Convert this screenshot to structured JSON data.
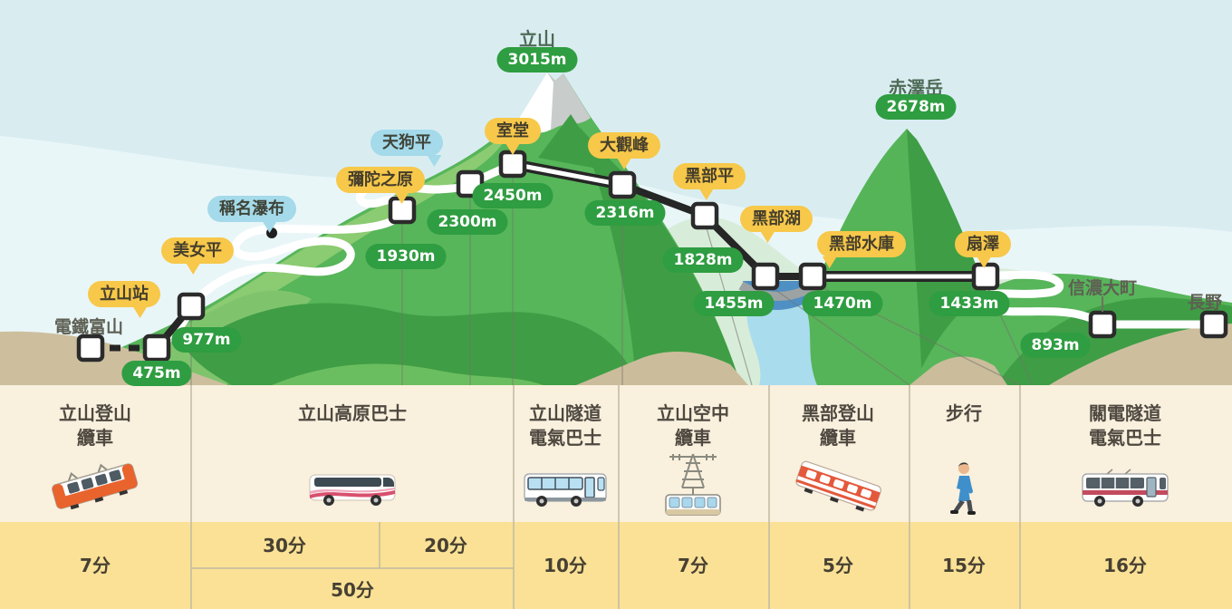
{
  "map": {
    "peak_tateyama": {
      "label": "立山",
      "elevation": "3015m"
    },
    "peak_akazawa": {
      "label": "赤澤岳",
      "elevation": "2678m"
    },
    "left_terminal": {
      "label": "電鐵富山"
    },
    "shinano_omachi": {
      "label": "信濃大町",
      "elevation": "893m"
    },
    "nagano": {
      "label": "長野"
    },
    "stations": [
      {
        "label": "立山站",
        "elevation": "475m",
        "badge": "yellow"
      },
      {
        "label": "美女平",
        "elevation": "977m",
        "badge": "yellow"
      },
      {
        "label": "稱名瀑布",
        "badge": "blue"
      },
      {
        "label": "彌陀之原",
        "elevation": "1930m",
        "badge": "yellow"
      },
      {
        "label": "天狗平",
        "elevation": "2300m",
        "badge": "blue"
      },
      {
        "label": "室堂",
        "elevation": "2450m",
        "badge": "yellow"
      },
      {
        "label": "大觀峰",
        "elevation": "2316m",
        "badge": "yellow"
      },
      {
        "label": "黑部平",
        "elevation": "1828m",
        "badge": "yellow"
      },
      {
        "label": "黑部湖",
        "elevation": "1455m",
        "badge": "yellow"
      },
      {
        "label": "黑部水庫",
        "elevation": "1470m",
        "badge": "yellow"
      },
      {
        "label": "扇澤",
        "elevation": "1433m",
        "badge": "yellow"
      }
    ]
  },
  "table": {
    "columns": [
      {
        "line1": "立山登山",
        "line2": "纜車",
        "time": "7分"
      },
      {
        "line1": "立山高原巴士",
        "line2": "",
        "time_first": "30分",
        "time_second": "20分",
        "time_total": "50分"
      },
      {
        "line1": "立山隧道",
        "line2": "電氣巴士",
        "time": "10分"
      },
      {
        "line1": "立山空中",
        "line2": "纜車",
        "time": "7分"
      },
      {
        "line1": "黑部登山",
        "line2": "纜車",
        "time": "5分"
      },
      {
        "line1": "步行",
        "line2": "",
        "time": "15分"
      },
      {
        "line1": "關電隧道",
        "line2": "電氣巴士",
        "time": "16分"
      }
    ]
  },
  "colors": {
    "badge_yellow": "#F7C84A",
    "badge_blue": "#A4DAEA",
    "pill_green": "#2F9D41",
    "table_cream": "#F9F0DD",
    "table_yellow": "#FAE195",
    "sky": "#D9EDF1",
    "mountain_mid": "#57B55A",
    "mountain_dark": "#3F9D45",
    "ground_tan": "#CDBF9E"
  }
}
